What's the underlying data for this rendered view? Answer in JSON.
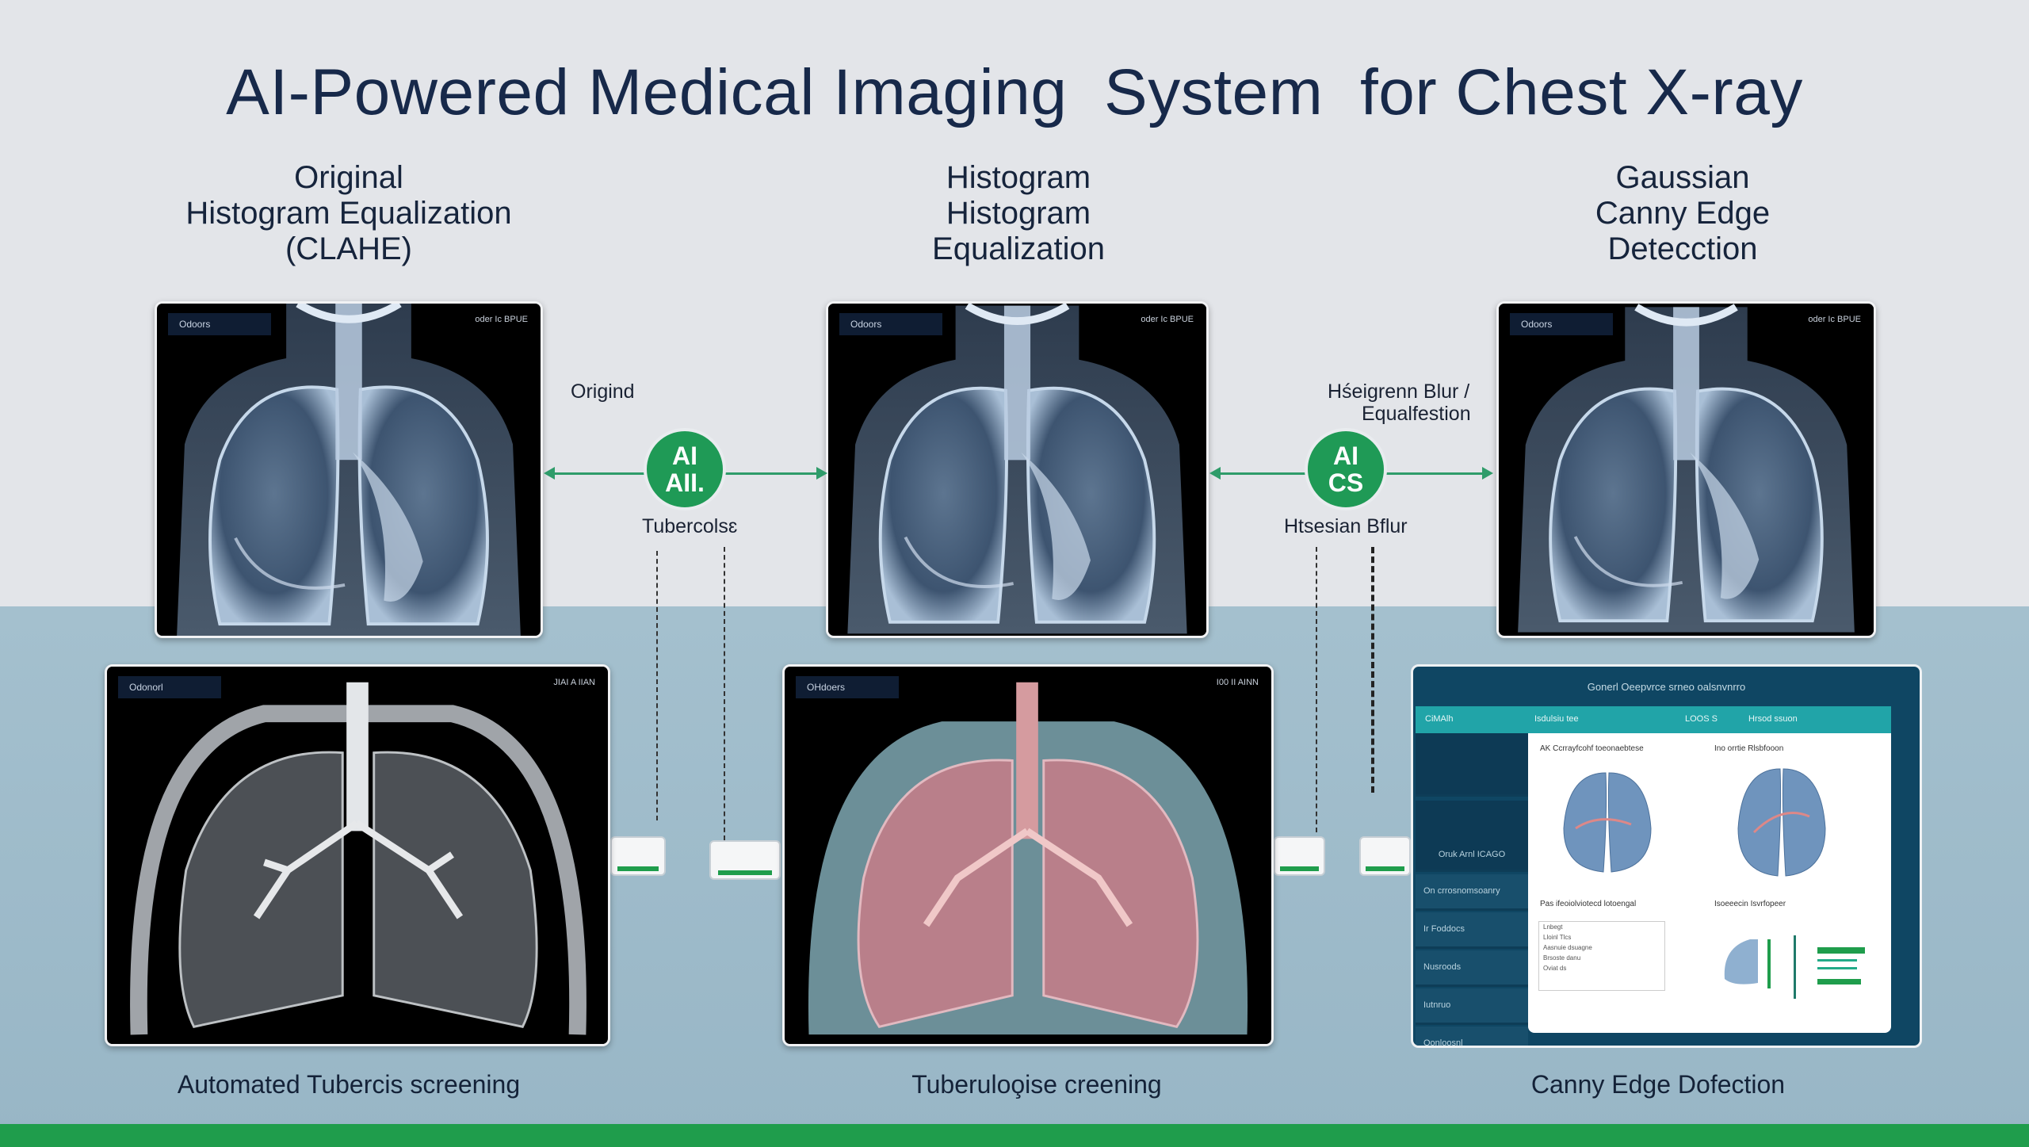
{
  "title": "AI-Powered Medical Imaging  System  for Chest X-ray",
  "columns": [
    {
      "header": [
        "Original",
        "Histogram Equalization",
        "(CLAHE)"
      ],
      "panel_tag": "Odoors",
      "panel_status": "oder Ic  BPUE"
    },
    {
      "header": [
        "Histogram",
        "Histogram",
        "Equalization"
      ],
      "panel_tag": "Odoors",
      "panel_status": "oder Ic  BPUE"
    },
    {
      "header": [
        "Gaussian",
        "Canny Edge",
        "Detecction"
      ],
      "panel_tag": "Odoors",
      "panel_status": "oder Ic  BPUE"
    }
  ],
  "connectors": [
    {
      "badge": [
        "AI",
        "AII."
      ],
      "label_top": "Origind",
      "label_bottom": "Tubercolsɛ"
    },
    {
      "badge": [
        "AI",
        "CS"
      ],
      "label_top": [
        "Hśeigrenn Blur /",
        "Equalfestion"
      ],
      "label_bottom": "Htsesian Bflur"
    }
  ],
  "bottom_panels": [
    {
      "tag": "Odonorl",
      "status": "JIAI A IIAN",
      "caption": "Automated Tubercis screening"
    },
    {
      "tag": "OHdoers",
      "status": "I00 II AINN",
      "caption": "Tuberuloo̧ise creening"
    },
    {
      "caption": "Canny Edge Dofection"
    }
  ],
  "dashboard": {
    "title": "Gonerl Oeepvrce srneo oalsnvnrro",
    "topbar": [
      "CiMAlh",
      "Isdulsiu tee",
      "LOOS S",
      "Hrsod ssuon"
    ],
    "side_items": [
      "Oruk Arnl ICAGO",
      "On crrosnomsoanry",
      "Ir Foddocs",
      "Nusroods",
      "Iutnruo",
      "Oonloosnl"
    ],
    "panel_titles": [
      "AK Ccrrayfcohf toeonaebtese",
      "Ino orrtie Rlsbfooon",
      "Pas ifeoiolviotecd lotoengal",
      "Isoeeecin Isvrfopeer"
    ],
    "table_rows": [
      "Lnbegt",
      "Lloinl Tlcs",
      "Aasnuie dsuagne",
      "Brsoste danu",
      "Oviat ds"
    ]
  },
  "colors": {
    "accent": "#1f9a56",
    "title": "#17294a",
    "bottom_bg": "#a4c0ce",
    "band": "#1f9d4c"
  }
}
